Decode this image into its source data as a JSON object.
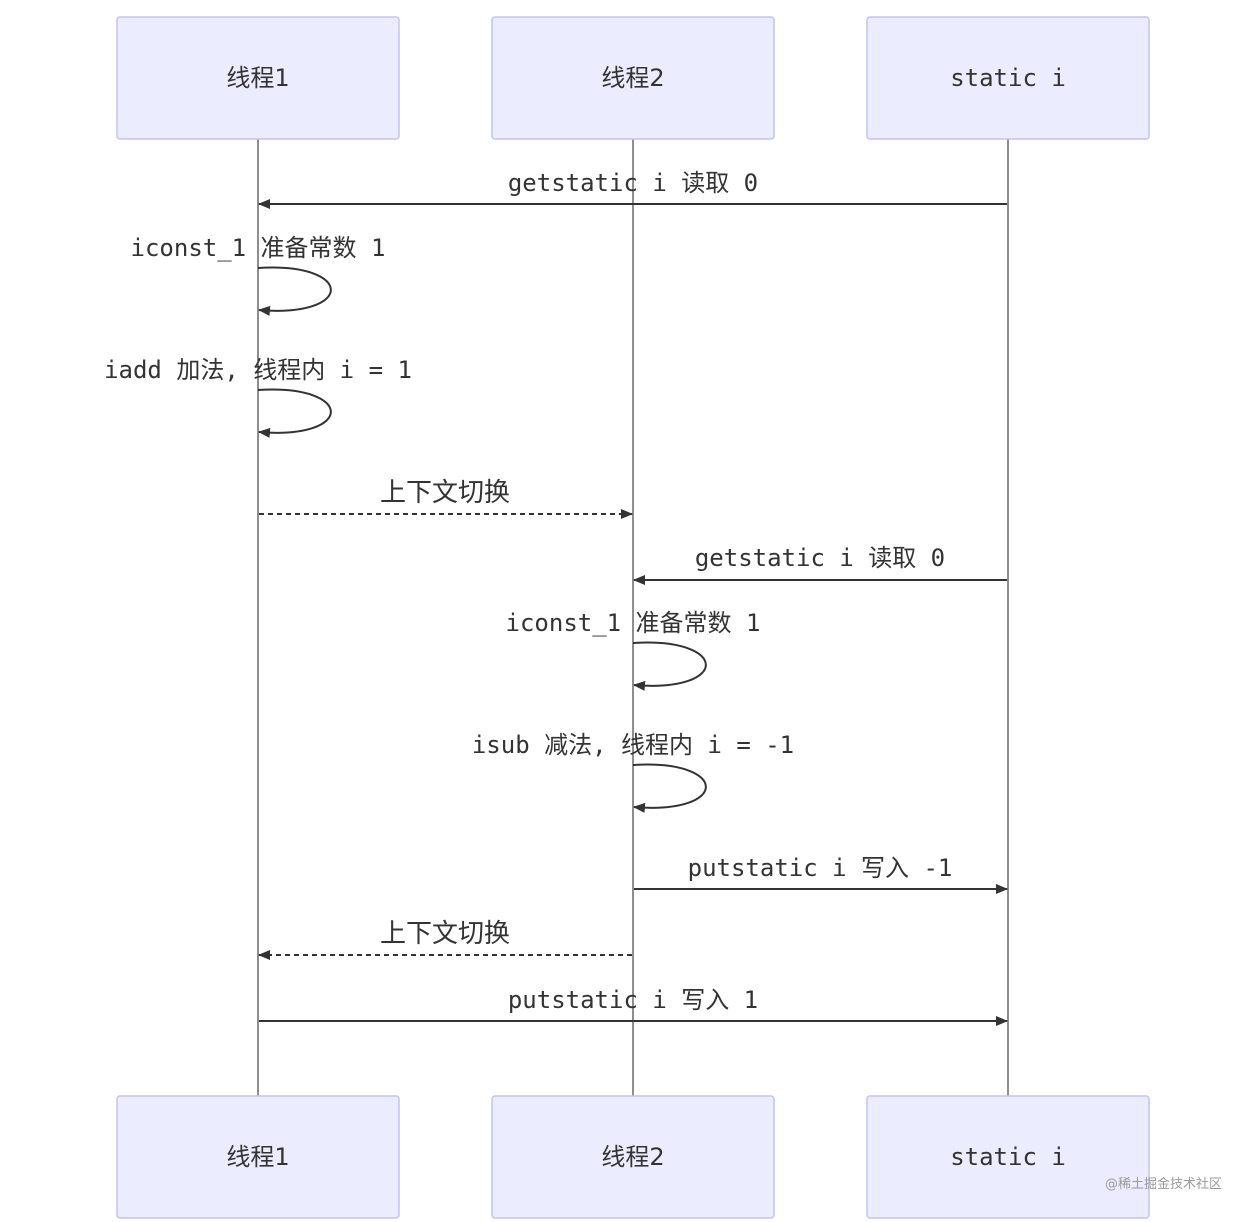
{
  "actors": [
    {
      "id": "t1",
      "label": "线程1"
    },
    {
      "id": "t2",
      "label": "线程2"
    },
    {
      "id": "si",
      "label": "static i"
    }
  ],
  "messages": [
    {
      "from": "si",
      "to": "t1",
      "label": "getstatic i 读取 0",
      "style": "solid"
    },
    {
      "from": "t1",
      "to": "t1",
      "label": "iconst_1 准备常数 1",
      "style": "self"
    },
    {
      "from": "t1",
      "to": "t1",
      "label": "iadd 加法, 线程内 i = 1",
      "style": "self"
    },
    {
      "from": "t1",
      "to": "t2",
      "label": "上下文切换",
      "style": "dashed"
    },
    {
      "from": "si",
      "to": "t2",
      "label": "getstatic i 读取 0",
      "style": "solid"
    },
    {
      "from": "t2",
      "to": "t2",
      "label": "iconst_1 准备常数 1",
      "style": "self"
    },
    {
      "from": "t2",
      "to": "t2",
      "label": "isub 减法, 线程内 i = -1",
      "style": "self"
    },
    {
      "from": "t2",
      "to": "si",
      "label": "putstatic i 写入 -1",
      "style": "solid"
    },
    {
      "from": "t2",
      "to": "t1",
      "label": "上下文切换",
      "style": "dashed"
    },
    {
      "from": "t1",
      "to": "si",
      "label": "putstatic i 写入 1",
      "style": "solid"
    }
  ],
  "watermark": "@稀土掘金技术社区"
}
